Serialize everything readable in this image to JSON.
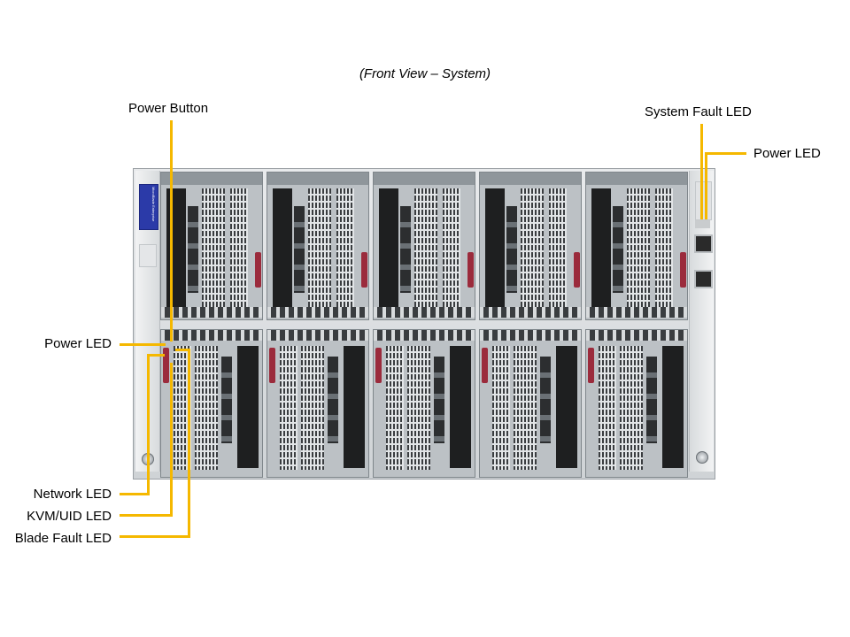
{
  "caption": "(Front View – System)",
  "callouts": {
    "power_button": "Power Button",
    "system_fault_led": "System Fault LED",
    "power_led_system": "Power LED",
    "power_led_blade": "Power LED",
    "network_led": "Network LED",
    "kvm_uid_led": "KVM/UID LED",
    "blade_fault_led": "Blade Fault LED"
  },
  "chassis": {
    "badge_text": "MicroBlade Enterprise",
    "top_row_blades": 5,
    "bottom_row_blades": 5
  },
  "colors": {
    "callout_line": "#f5b800",
    "badge": "#2b3aa8",
    "handle": "#9b2b3c"
  }
}
